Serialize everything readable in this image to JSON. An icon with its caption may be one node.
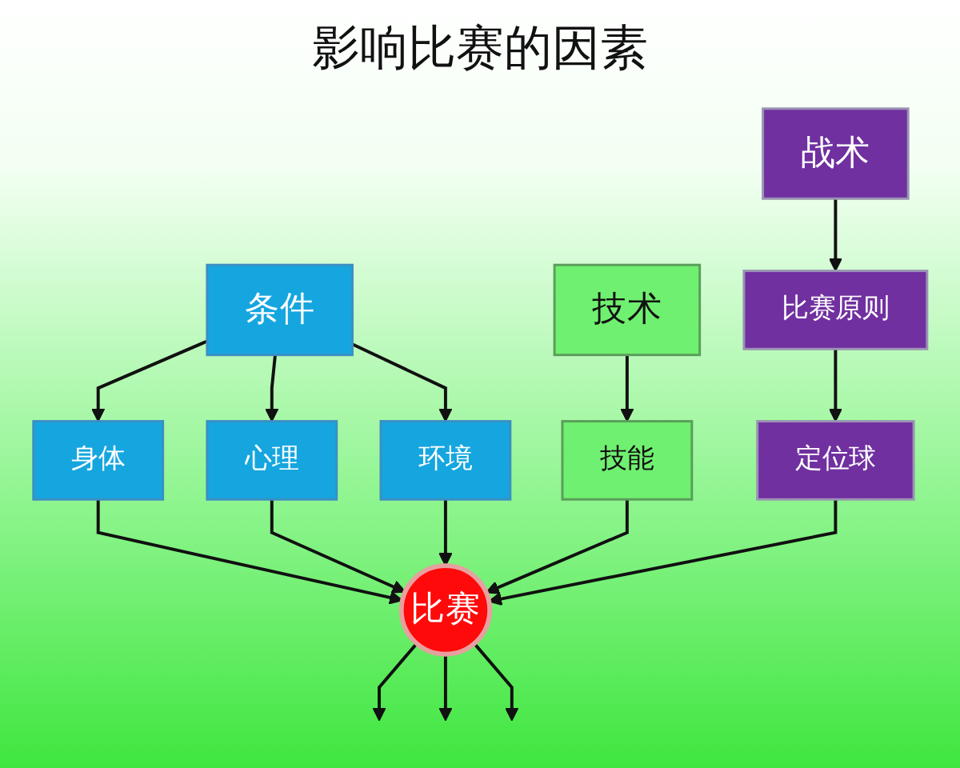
{
  "diagram": {
    "title": "影响比赛的因素",
    "nodes": [
      {
        "text": [
          "条件"
        ]
      },
      {
        "text": [
          "技术"
        ]
      },
      {
        "text": [
          "身体"
        ]
      },
      {
        "text": [
          "心理"
        ]
      },
      {
        "text": [
          "环境"
        ]
      },
      {
        "text": [
          "战术"
        ]
      },
      {
        "text": [
          "技能"
        ]
      },
      {
        "text": [
          "比赛原则"
        ]
      },
      {
        "text": [
          "定位球"
        ]
      },
      {
        "text": [
          "比赛"
        ]
      }
    ],
    "edges": [
      {
        "from": 0,
        "to": 2,
        "arrow": "to"
      },
      {
        "from": 0,
        "to": 3,
        "arrow": "to"
      },
      {
        "from": 0,
        "to": 4,
        "arrow": "to"
      },
      {
        "from": 1,
        "to": 6,
        "arrow": "to"
      },
      {
        "from": 5,
        "to": 7,
        "arrow": "to"
      },
      {
        "from": 2,
        "to": 9,
        "arrow": "to"
      },
      {
        "from": 3,
        "to": 9,
        "arrow": "to"
      },
      {
        "from": 4,
        "to": 9,
        "arrow": "to"
      },
      {
        "from": 6,
        "to": 9,
        "arrow": "to"
      },
      {
        "from": 7,
        "to": 8,
        "arrow": "to"
      },
      {
        "from": 8,
        "to": 9,
        "arrow": "to"
      },
      {
        "from": 9,
        "to": null,
        "arrow": "to"
      },
      {
        "from": 9,
        "to": null,
        "arrow": "to"
      },
      {
        "from": 9,
        "to": null,
        "arrow": "to"
      }
    ]
  }
}
